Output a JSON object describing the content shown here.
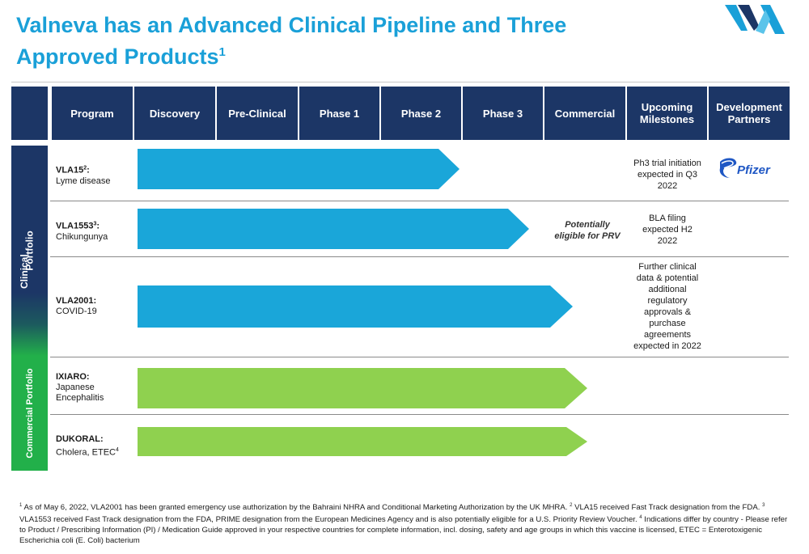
{
  "title": {
    "line1": "Valneva has an Advanced Clinical Pipeline and Three",
    "line2": "Approved Products",
    "sup": "1"
  },
  "colors": {
    "navy": "#1c3666",
    "title_blue": "#1aa0d8",
    "clinical_arrow": "#1aa6d9",
    "commercial_arrow": "#8fd14f",
    "commercial_green": "#22b04a"
  },
  "headers": {
    "program": "Program",
    "discovery": "Discovery",
    "preclinical": "Pre-Clinical",
    "phase1": "Phase 1",
    "phase2": "Phase 2",
    "phase3": "Phase 3",
    "commercial": "Commercial",
    "milestones_line1": "Upcoming",
    "milestones_line2": "Milestones",
    "partners_line1": "Development",
    "partners_line2": "Partners"
  },
  "sidebar": {
    "clinical_line1": "Clinical",
    "clinical_line2": "Portfolio",
    "commercial": "Commercial Portfolio"
  },
  "programs": [
    {
      "name": "VLA15",
      "sup": "2",
      "colon": ":",
      "indication": "Lyme disease",
      "stage": "Phase 2"
    },
    {
      "name": "VLA1553",
      "sup": "3",
      "colon": ":",
      "indication": "Chikungunya",
      "stage": "Phase 3"
    },
    {
      "name": "VLA2001:",
      "indication": "COVID-19",
      "stage": "Commercial"
    },
    {
      "name": "IXIARO:",
      "indication_line1": "Japanese",
      "indication_line2": "Encephalitis",
      "stage": "Commercial"
    },
    {
      "name": "DUKORAL:",
      "indication": "Cholera, ETEC",
      "sup": "4",
      "stage": "Commercial"
    }
  ],
  "prv_note": {
    "line1": "Potentially",
    "line2": "eligible for PRV"
  },
  "milestones": {
    "vla15": [
      "Ph3 trial initiation",
      "expected in Q3",
      "2022"
    ],
    "vla1553": [
      "BLA filing",
      "expected H2",
      "2022"
    ],
    "vla2001": [
      "Further clinical",
      "data & potential",
      "additional",
      "regulatory",
      "approvals &",
      "purchase",
      "agreements",
      "expected in 2022"
    ]
  },
  "partners": {
    "vla15": "Pfizer"
  },
  "footnote": {
    "s1": "1",
    "t1": " As of May 6, 2022, VLA2001 has been granted emergency use authorization by the Bahraini NHRA and Conditional Marketing Authorization by the UK MHRA. ",
    "s2": "2",
    "t2": " VLA15 received Fast Track designation from the FDA. ",
    "s3": "3",
    "t3": " VLA1553 received Fast Track designation from the FDA, PRIME designation from the European Medicines Agency and is also potentially eligible for a U.S. Priority Review Voucher. ",
    "s4": "4",
    "t4": " Indications differ by country - Please refer to Product / Prescribing Information (PI) / Medication Guide approved in your respective countries for complete information, incl. dosing, safety and age groups in which this vaccine is licensed, ETEC = Enterotoxigenic Escherichia coli (E. Coli) bacterium"
  }
}
